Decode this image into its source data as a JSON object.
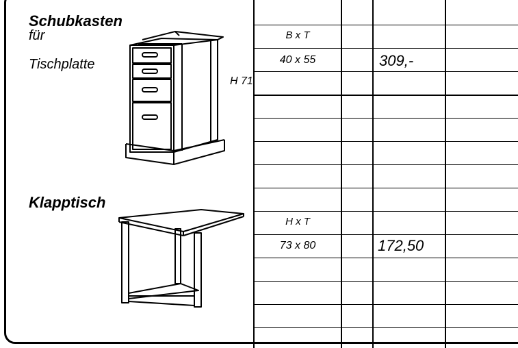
{
  "items": [
    {
      "title": "Schubkasten",
      "subtitle_line1": "für",
      "subtitle_line2": "Tischplatte",
      "height_label": "H 71",
      "dim_header": "B x T",
      "dim_value": "40 x 55",
      "price": "309,-",
      "illustration_icon": "drawer-cabinet-drawing"
    },
    {
      "title": "Klapptisch",
      "dim_header": "H x T",
      "dim_value": "73 x 80",
      "price": "172,50",
      "illustration_icon": "folding-table-drawing"
    }
  ]
}
